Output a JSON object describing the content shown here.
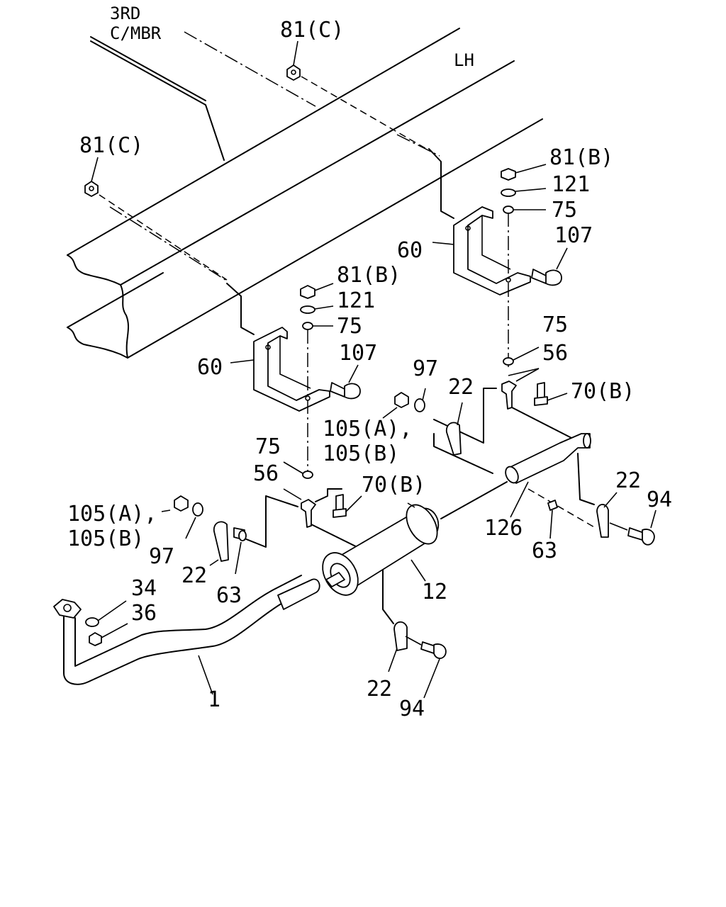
{
  "frame": {
    "label": "3RD\nC/MBR",
    "label_line1": "3RD",
    "label_line2": "C/MBR",
    "side": "LH"
  },
  "labels": {
    "nut_81c_top": "81(C)",
    "nut_81c_left": "81(C)",
    "nut_81b_right": "81(B)",
    "washer_121_right": "121",
    "ring_75_right": "75",
    "bolt_107_right": "107",
    "bracket_60_right": "60",
    "nut_81b_left": "81(B)",
    "washer_121_left": "121",
    "ring_75_left": "75",
    "bolt_107_left": "107",
    "bracket_60_left": "60",
    "ring_75_mid_right": "75",
    "hanger_56_right": "56",
    "bolt_70b_right": "70(B)",
    "washer_97_mid": "97",
    "clamp_22_mid": "22",
    "nut_105a_mid": "105(A),",
    "nut_105b_mid": "105(B)",
    "ring_75_mid_left": "75",
    "hanger_56_left": "56",
    "bolt_70b_left": "70(B)",
    "nut_105a_left": "105(A),",
    "nut_105b_left": "105(B)",
    "washer_97_left": "97",
    "clamp_22_left": "22",
    "collar_63_left": "63",
    "gasket_34": "34",
    "nut_36": "36",
    "pipe_1": "1",
    "muffler_12": "12",
    "clamp_22_lower": "22",
    "bolt_94_lower": "94",
    "tailpipe_126": "126",
    "collar_63_right": "63",
    "clamp_22_right": "22",
    "bolt_94_right": "94"
  }
}
